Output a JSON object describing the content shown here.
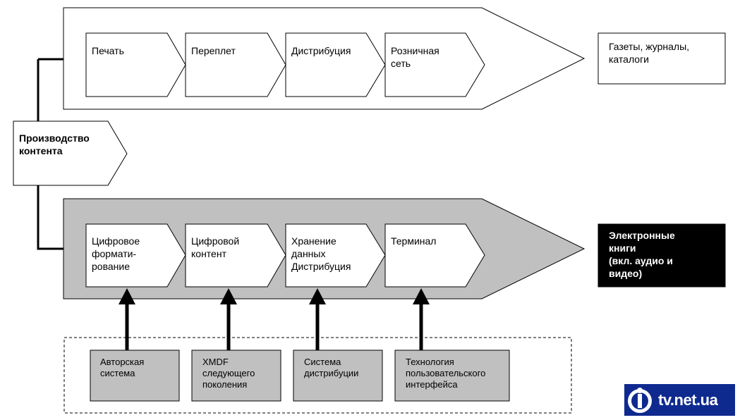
{
  "source": {
    "lines": [
      "Производство",
      "контента"
    ]
  },
  "print_chain": {
    "steps": [
      {
        "lines": [
          "Печать"
        ]
      },
      {
        "lines": [
          "Переплет"
        ]
      },
      {
        "lines": [
          "Дистрибуция"
        ]
      },
      {
        "lines": [
          "Розничная",
          "сеть"
        ]
      }
    ],
    "output": {
      "lines": [
        "Газеты, журналы,",
        "каталоги"
      ]
    }
  },
  "digital_chain": {
    "steps": [
      {
        "lines": [
          "Цифровое",
          "формати-",
          "рование"
        ]
      },
      {
        "lines": [
          "Цифровой",
          "контент"
        ]
      },
      {
        "lines": [
          "Хранение",
          "данных",
          "Дистрибуция"
        ]
      },
      {
        "lines": [
          "Терминал"
        ]
      }
    ],
    "output": {
      "lines": [
        "Электронные",
        "книги",
        "(вкл. аудио и",
        "видео)"
      ]
    }
  },
  "technologies": [
    {
      "lines": [
        "Авторская",
        "система"
      ]
    },
    {
      "lines": [
        "XMDF",
        "следующего",
        "поколения"
      ]
    },
    {
      "lines": [
        "Система",
        "дистрибуции"
      ]
    },
    {
      "lines": [
        "Технология",
        "пользовательского",
        "интерфейса"
      ]
    }
  ],
  "logo": {
    "text": "tv.net.ua"
  },
  "colors": {
    "digital_band": "#c0c0c0",
    "tech_box": "#c0c0c0",
    "output_dark": "#000000",
    "logo_bg": "#0f2a8f"
  }
}
